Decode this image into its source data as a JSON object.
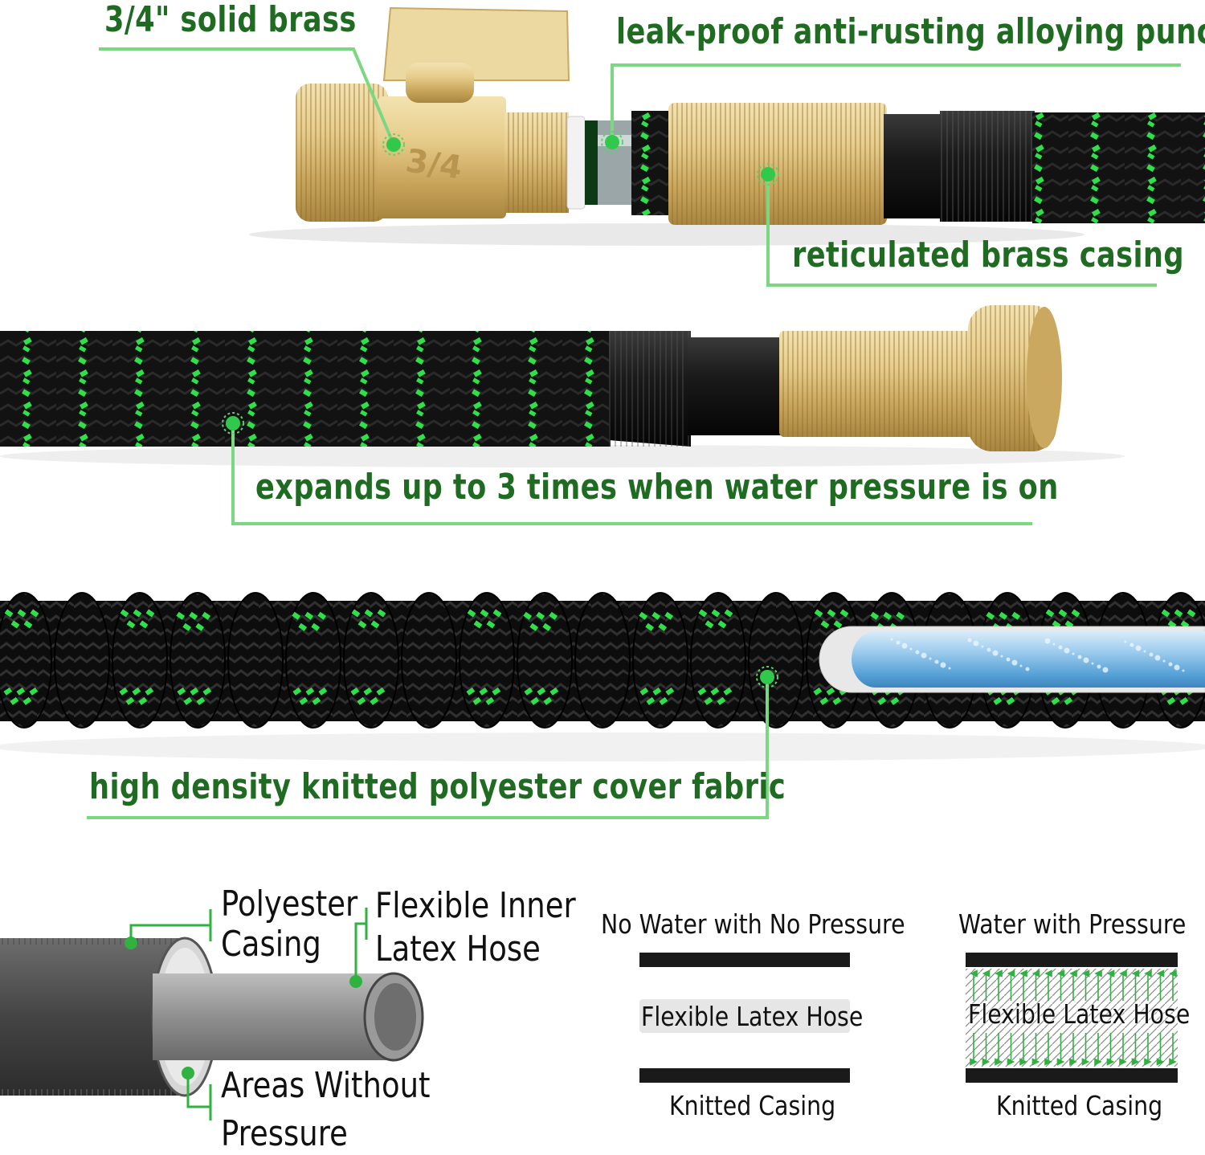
{
  "callouts": {
    "solid_brass": "3/4\" solid brass",
    "leak_proof": "leak-proof anti-rusting alloying punch",
    "brass_casing": "reticulated brass casing",
    "expands": "expands up to 3 times when water pressure is on",
    "cover_fabric": "high density knitted polyester cover fabric"
  },
  "fitting_stamp": "3/4",
  "diagram": {
    "polyester_casing": [
      "Polyester",
      "Casing"
    ],
    "inner_hose": [
      "Flexible Inner",
      "Latex Hose"
    ],
    "areas_without": [
      "Areas Without",
      "Pressure"
    ]
  },
  "comparison": {
    "no_pressure": {
      "title": "No Water with No Pressure",
      "middle": "Flexible Latex Hose",
      "bottom": "Knitted Casing"
    },
    "with_pressure": {
      "title": "Water with Pressure",
      "middle": "Flexible Latex Hose",
      "bottom": "Knitted Casing"
    }
  },
  "colors": {
    "accent_green": "#5fd16a",
    "text_green": "#1f6b21",
    "brass": "#d9b872",
    "hose_black": "#151515",
    "weave_green": "#2fe04a"
  }
}
